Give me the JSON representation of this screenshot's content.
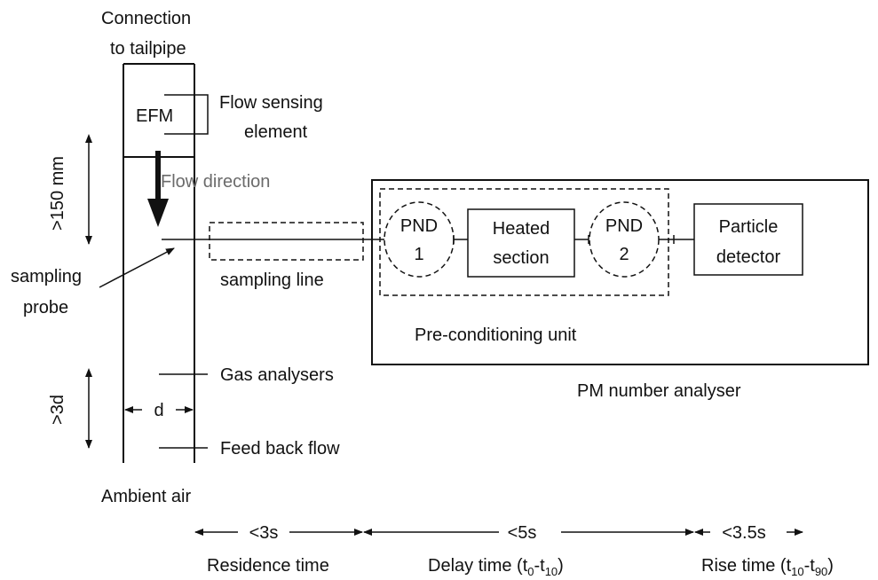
{
  "labels": {
    "connection_line1": "Connection",
    "connection_line2": "to tailpipe",
    "efm": "EFM",
    "flow_sensing_line1": "Flow sensing",
    "flow_sensing_line2": "element",
    "flow_direction": "Flow direction",
    "dim_150": ">150 mm",
    "sampling_probe_line1": "sampling",
    "sampling_probe_line2": "probe",
    "sampling_line": "sampling line",
    "gas_analysers": "Gas analysers",
    "dim_d": "d",
    "dim_3d": ">3d",
    "feed_back_flow": "Feed back flow",
    "ambient_air": "Ambient air",
    "pnd1_line1": "PND",
    "pnd1_line2": "1",
    "heated_line1": "Heated",
    "heated_line2": "section",
    "pnd2_line1": "PND",
    "pnd2_line2": "2",
    "particle_line1": "Particle",
    "particle_line2": "detector",
    "preconditioning": "Pre-conditioning unit",
    "pm_analyser": "PM number analyser"
  },
  "timing": {
    "t1": "<3s",
    "t2": "<5s",
    "t3": "<3.5s",
    "residence": "Residence time",
    "delay_prefix": "Delay time (t",
    "delay_sub1": "0",
    "delay_mid": "-t",
    "delay_sub2": "10",
    "delay_suffix": ")",
    "rise_prefix": "Rise time (t",
    "rise_sub1": "10",
    "rise_mid": "-t",
    "rise_sub2": "90",
    "rise_suffix": ")"
  }
}
